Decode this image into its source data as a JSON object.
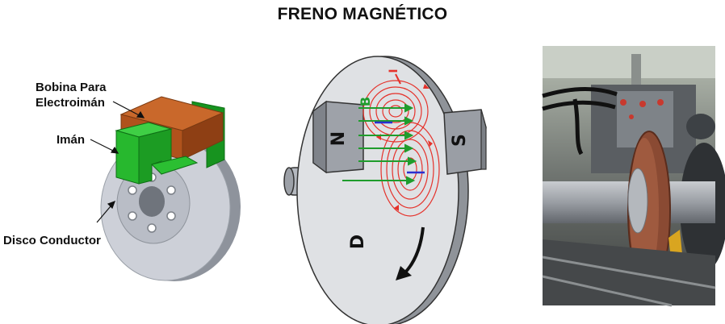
{
  "title": "FRENO MAGNÉTICO",
  "left_figure": {
    "labels": {
      "coil_line1": "Bobina Para",
      "coil_line2": "Electroimán",
      "magnet": "Imán",
      "disc": "Disco Conductor"
    }
  },
  "center_figure": {
    "pole_left": "N",
    "pole_right": "S",
    "disc_label": "D",
    "field_label": "B",
    "current_label": "I"
  },
  "colors": {
    "coil": "#b8571f",
    "magnet": "#22b02a",
    "disc": "#c8cbd3",
    "eddy_current": "#e5322b",
    "field_arrow": "#1f9c2c",
    "force_arrow": "#2a2fd0"
  }
}
